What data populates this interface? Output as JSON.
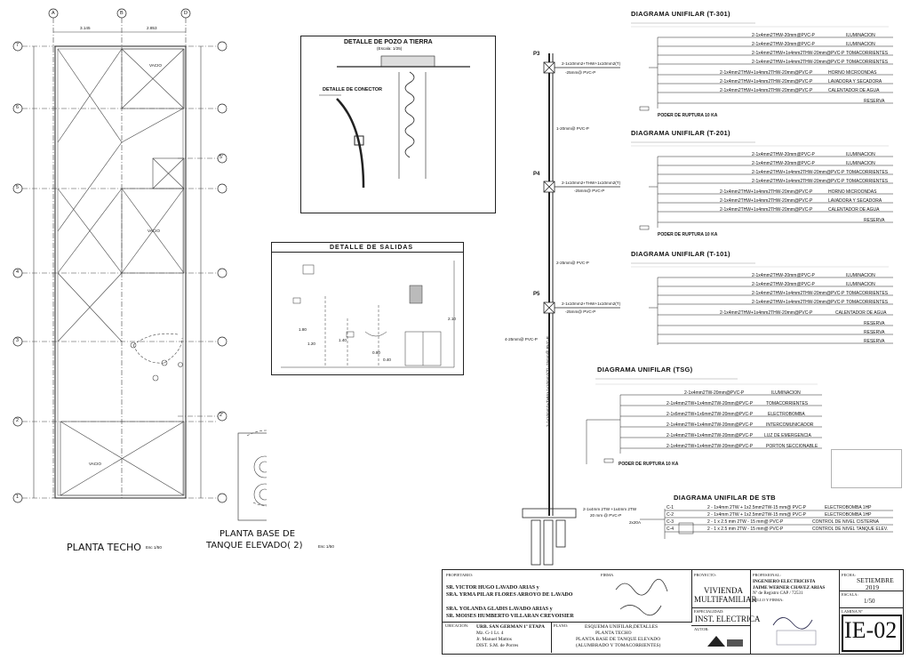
{
  "plan": {
    "axes_top": [
      "A",
      "B",
      "D"
    ],
    "dims_top": [
      "3.145",
      "2.853"
    ],
    "axes_side": [
      "7",
      "6",
      "5'",
      "5",
      "4",
      "3",
      "2'",
      "2",
      "1"
    ],
    "void_labels": [
      "VACIO",
      "VACIO",
      "VACIO"
    ],
    "title_roof": "PLANTA TECHO",
    "scale_roof": "Esc 1/50",
    "title_tank_1": "PLANTA BASE DE",
    "title_tank_2": "TANQUE ELEVADO( 2)",
    "scale_tank": "Esc 1/50"
  },
  "details": {
    "ground_well_title": "DETALLE DE POZO A TIERRA",
    "ground_well_scale": "(Escala: 1/25)",
    "connector_title": "DETALLE DE CONECTOR",
    "outlets_title": "DETALLE   DE   SALIDAS",
    "dims": [
      "2.10",
      "1.80",
      "1.40",
      "1.20",
      "0.80",
      "0.40"
    ]
  },
  "feeders": {
    "pole_labels": [
      "P3",
      "P4",
      "P5"
    ],
    "p3": [
      "2-1x10mm2+THW+1x10mm2(T)",
      "-25mm@ PVC-P"
    ],
    "p4": [
      "2-1x10mm2+THW+1x10mm2(T)",
      "-25mm@ PVC-P"
    ],
    "p5": [
      "2-1x10mm2+THW+1x10mm2(T)",
      "-25mm@ PVC-P"
    ],
    "between_p3_p4": "1-20mm@ PVC-P",
    "between_p4_p5": "2-25mm@ PVC-P",
    "below_p5": "4-25mm@ PVC-P",
    "vertical": "2-1x10mm2+THW+1x10mm2(T) -25mm@ PVC-P",
    "stb_feed": [
      "2-1x4mm 2TW +1x4mm 2TW",
      "20 mm @ PVC-P"
    ]
  },
  "diagrams": [
    {
      "title": "DIAGRAMA UNIFILAR (T-301)",
      "rupture": "PODER DE RUPTURA 10 KA",
      "rows": [
        {
          "cable": "2-1x4mm2THW-20mm@PVC-P",
          "load": "ILUMINACION"
        },
        {
          "cable": "2-1x4mm2THW-20mm@PVC-P",
          "load": "ILUMINACION"
        },
        {
          "cable": "2-1x4mm2THW+1x4mm2THW-20mm@PVC-P",
          "load": "TOMACORRIENTES"
        },
        {
          "cable": "2-1x4mm2THW+1x4mm2THW-20mm@PVC-P",
          "load": "TOMACORRIENTES"
        },
        {
          "cable": "2-1x4mm2THW+1x4mm2THW-20mm@PVC-P",
          "load": "HORNO MICROONDAS"
        },
        {
          "cable": "2-1x4mm2THW+1x4mm2THW-20mm@PVC-P",
          "load": "LAVADORA Y SECADORA"
        },
        {
          "cable": "2-1x4mm2THW+1x4mm2THW-20mm@PVC-P",
          "load": "CALENTADOR DE AGUA"
        },
        {
          "cable": "",
          "load": "RESERVA"
        }
      ]
    },
    {
      "title": "DIAGRAMA UNIFILAR (T-201)",
      "rupture": "PODER DE RUPTURA 10 KA",
      "rows": [
        {
          "cable": "2-1x4mm2THW-20mm@PVC-P",
          "load": "ILUMINACION"
        },
        {
          "cable": "2-1x4mm2THW-20mm@PVC-P",
          "load": "ILUMINACION"
        },
        {
          "cable": "2-1x4mm2THW+1x4mm2THW-20mm@PVC-P",
          "load": "TOMACORRIENTES"
        },
        {
          "cable": "2-1x4mm2THW+1x4mm2THW-20mm@PVC-P",
          "load": "TOMACORRIENTES"
        },
        {
          "cable": "2-1x4mm2THW+1x4mm2THW-20mm@PVC-P",
          "load": "HORNO MICROONDAS"
        },
        {
          "cable": "2-1x4mm2THW+1x4mm2THW-20mm@PVC-P",
          "load": "LAVADORA Y SECADORA"
        },
        {
          "cable": "2-1x4mm2THW+1x4mm2THW-20mm@PVC-P",
          "load": "CALENTADOR DE AGUA"
        },
        {
          "cable": "",
          "load": "RESERVA"
        }
      ]
    },
    {
      "title": "DIAGRAMA UNIFILAR (T-101)",
      "rupture": "",
      "rows": [
        {
          "cable": "2-1x4mm2THW-20mm@PVC-P",
          "load": "ILUMINACION"
        },
        {
          "cable": "2-1x4mm2THW-20mm@PVC-P",
          "load": "ILUMINACION"
        },
        {
          "cable": "2-1x4mm2THW+1x4mm2THW-20mm@PVC-P",
          "load": "TOMACORRIENTES"
        },
        {
          "cable": "2-1x4mm2THW+1x4mm2THW-20mm@PVC-P",
          "load": "TOMACORRIENTES"
        },
        {
          "cable": "2-1x4mm2THW+1x4mm2THW-20mm@PVC-P",
          "load": "CALENTADOR DE AGUA"
        },
        {
          "cable": "",
          "load": "RESERVA"
        },
        {
          "cable": "",
          "load": "RESERVA"
        },
        {
          "cable": "",
          "load": "RESERVA"
        }
      ]
    }
  ],
  "tsg": {
    "title": "DIAGRAMA UNIFILAR  (TSG)",
    "rupture": "PODER DE RUPTURA 10 KA",
    "rows": [
      {
        "cable": "2-1x4mm2TW-20mm@PVC-P",
        "load": "ILUMINACION"
      },
      {
        "cable": "2-1x4mm2TW+1x4mm2TW-20mm@PVC-P",
        "load": "TOMACORRIENTES"
      },
      {
        "cable": "2-1x6mm2TW+1x6mm2TW-20mm@PVC-P",
        "load": "ELECTROBOMBA"
      },
      {
        "cable": "2-1x4mm2TW+1x4mm2TW-20mm@PVC-P",
        "load": "INTERCOMUNICADOR"
      },
      {
        "cable": "2-1x4mm2TW+1x4mm2TW-20mm@PVC-P",
        "load": "LUZ DE EMERGENCIA"
      },
      {
        "cable": "2-1x4mm2TW+1x4mm2TW-20mm@PVC-P",
        "load": "PORTON SECCIONABLE"
      }
    ]
  },
  "stb": {
    "title": "DIAGRAMA UNIFILAR DE STB",
    "main_breaker": "2x20A",
    "rows": [
      {
        "tag": "C-1",
        "cable": "2 - 1x4mm 2TW + 1x2.5mm2TW-15 mm@ PVC-P",
        "load": "ELECTROBOMBA 1HP"
      },
      {
        "tag": "C-2",
        "cable": "2 - 1x4mm 2TW + 1x2.5mm2TW-15 mm@ PVC-P",
        "load": "ELECTROBOMBA 1HP"
      },
      {
        "tag": "C-3",
        "cable": "2 - 1 x 2.5 mm 2TW - 15 mm@ PVC-P",
        "load": "CONTROL DE NIVEL CISTERNA"
      },
      {
        "tag": "C-4",
        "cable": "2 - 1 x 2.5 mm 2TW - 15 mm@ PVC-P",
        "load": "CONTROL DE NIVEL TANQUE ELEV."
      }
    ]
  },
  "titleblock": {
    "owner_label": "PROPIETARIO:",
    "owners": [
      "SR. VICTOR HUGO LAVADO ARIAS  y",
      "SRA. YRMA PILAR FLORES ARROYO DE LAVADO",
      "SRA. YOLANDA GLADIS LAVADO ARIAS  y",
      "SR. MOISES HUMBERTO VILLARAN CREVOISIER"
    ],
    "firma_label": "FIRMA",
    "location_label": "UBICACION:",
    "location": [
      "URB. SAN GERMAN 1º ETAPA",
      "Mz. G-1 Lt. 4",
      "Jr. Manuel Mattos",
      "DIST. S.M. de Porres"
    ],
    "plan_label": "PLANO:",
    "plan_name": [
      "ESQUEMA UNIFILAR,DETALLES",
      "PLANTA TECHO",
      "PLANTA BASE DE TANQUE ELEVADO",
      "(ALUMBRADO Y TOMACORRIENTES)"
    ],
    "project_label": "PROYECTO:",
    "project": [
      "VIVIENDA",
      "MULTIFAMILIAR"
    ],
    "specialty_label": "ESPECIALIDAD:",
    "specialty": "INST. ELECTRICA",
    "author_label": "AUTOR:",
    "professional_label": "PROFESIONAL:",
    "professional": [
      "INGENIERO ELECTRICISTA",
      "JAIME WERNER CHAVEZ ARIAS",
      "Nº de Registro CAP / 72531",
      "SELLO Y FIRMA:"
    ],
    "date_label": "FECHA:",
    "date": "SETIEMBRE",
    "year": "2019",
    "scale_label": "ESCALA:",
    "scale": "1/50",
    "sheet_label": "LAMINA Nº",
    "sheet_code": "IE-02"
  }
}
